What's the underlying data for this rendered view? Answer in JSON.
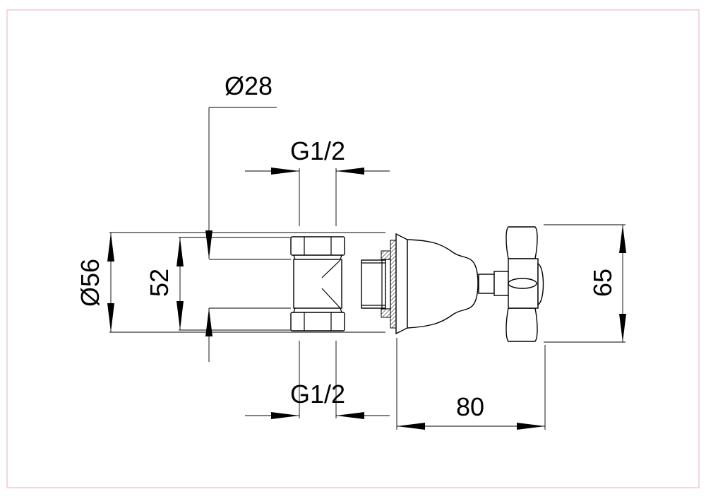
{
  "drawing": {
    "dimensions": {
      "outer_diameter": "Ø56",
      "inner_height": "52",
      "pipe_diameter": "Ø28",
      "thread_top": "G1/2",
      "thread_bottom": "G1/2",
      "depth": "80",
      "handle_height": "65"
    },
    "colors": {
      "border": "#f2c9cf",
      "line": "#000000"
    }
  }
}
